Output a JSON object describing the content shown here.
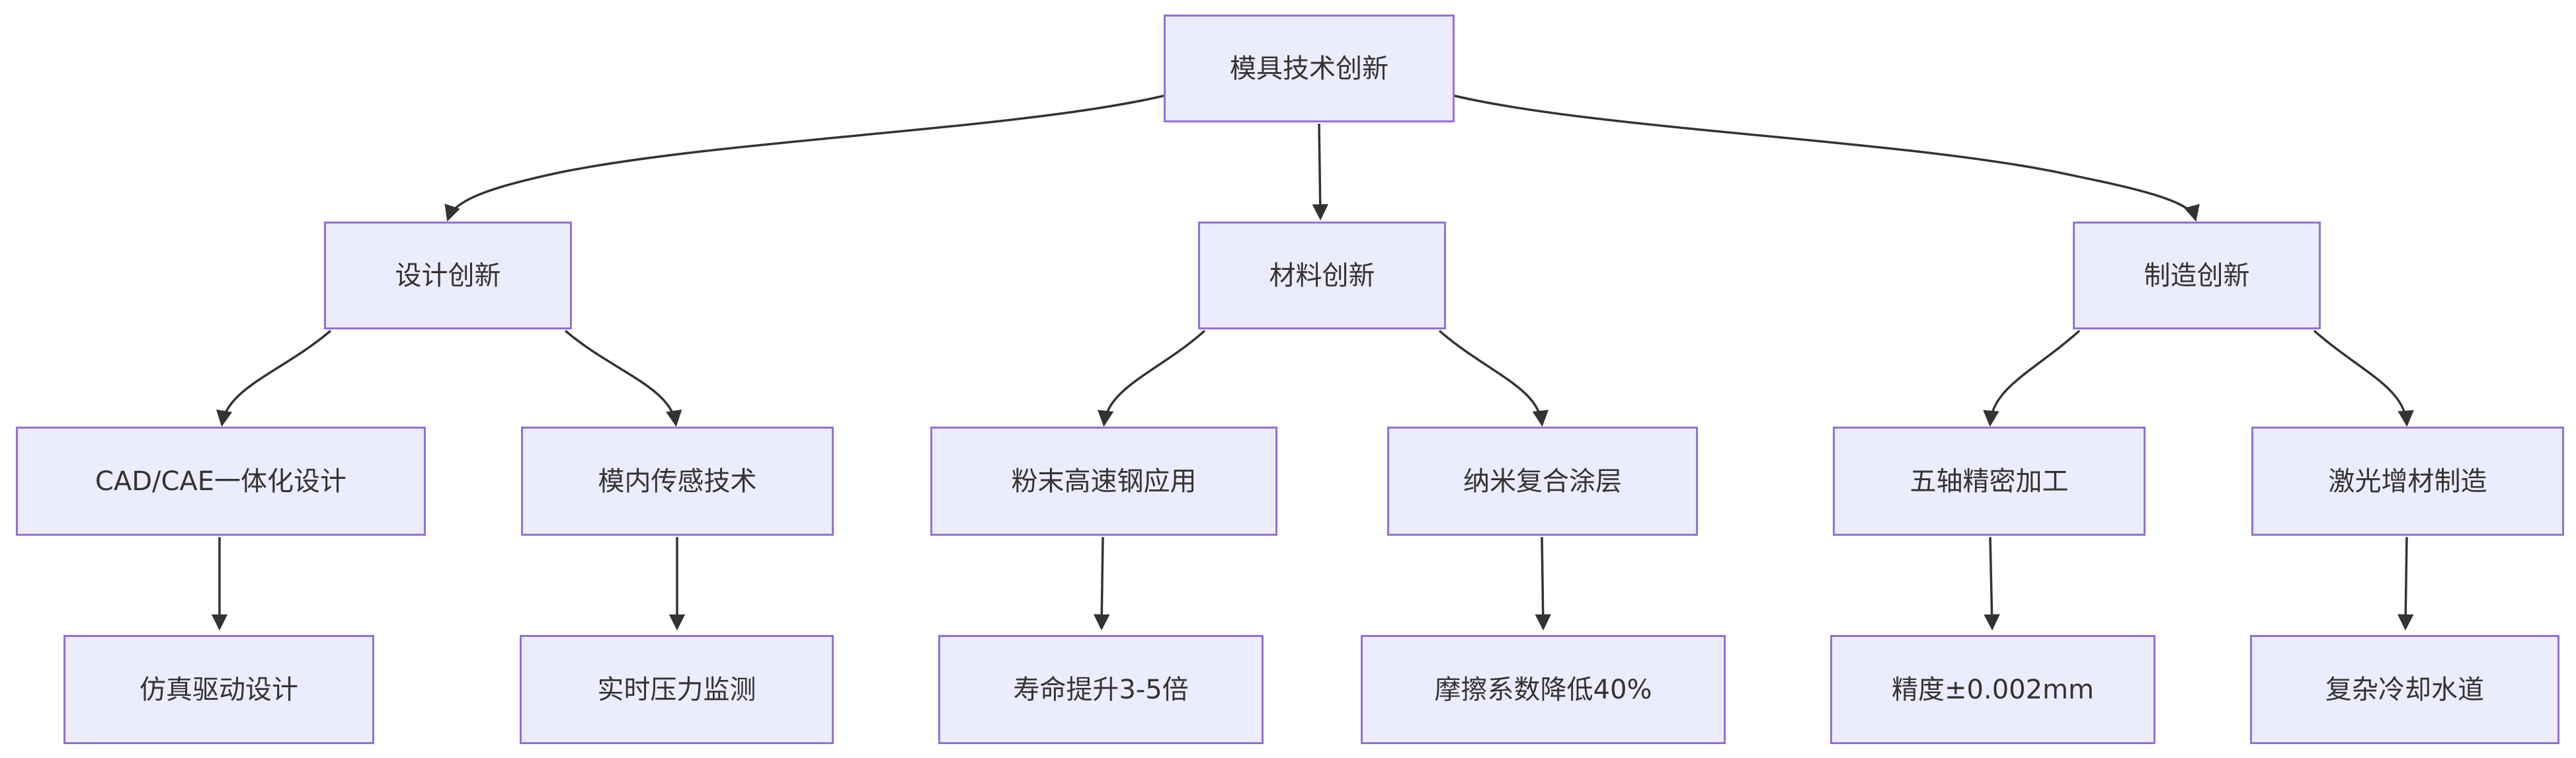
{
  "diagram": {
    "type": "flowchart",
    "direction": "top-down",
    "title": "模具技术创新",
    "colors": {
      "node_fill": "#ECECFF",
      "node_border": "#9370DB",
      "edge": "#333333",
      "text": "#333333",
      "background": "#FFFFFF"
    }
  },
  "nodes": {
    "root": {
      "label": "模具技术创新"
    },
    "design": {
      "label": "设计创新"
    },
    "material": {
      "label": "材料创新"
    },
    "manufacture": {
      "label": "制造创新"
    },
    "cadcae": {
      "label": "CAD/CAE一体化设计"
    },
    "sensor": {
      "label": "模内传感技术"
    },
    "powder": {
      "label": "粉末高速钢应用"
    },
    "nano": {
      "label": "纳米复合涂层"
    },
    "fiveaxis": {
      "label": "五轴精密加工"
    },
    "laser": {
      "label": "激光增材制造"
    },
    "sim": {
      "label": "仿真驱动设计"
    },
    "pressure": {
      "label": "实时压力监测"
    },
    "life": {
      "label": "寿命提升3-5倍"
    },
    "friction": {
      "label": "摩擦系数降低40%"
    },
    "precision": {
      "label": "精度±0.002mm"
    },
    "cooling": {
      "label": "复杂冷却水道"
    }
  },
  "edges": [
    {
      "from": "模具技术创新",
      "to": "设计创新"
    },
    {
      "from": "模具技术创新",
      "to": "材料创新"
    },
    {
      "from": "模具技术创新",
      "to": "制造创新"
    },
    {
      "from": "设计创新",
      "to": "CAD/CAE一体化设计"
    },
    {
      "from": "设计创新",
      "to": "模内传感技术"
    },
    {
      "from": "材料创新",
      "to": "粉末高速钢应用"
    },
    {
      "from": "材料创新",
      "to": "纳米复合涂层"
    },
    {
      "from": "制造创新",
      "to": "五轴精密加工"
    },
    {
      "from": "制造创新",
      "to": "激光增材制造"
    },
    {
      "from": "CAD/CAE一体化设计",
      "to": "仿真驱动设计"
    },
    {
      "from": "模内传感技术",
      "to": "实时压力监测"
    },
    {
      "from": "粉末高速钢应用",
      "to": "寿命提升3-5倍"
    },
    {
      "from": "纳米复合涂层",
      "to": "摩擦系数降低40%"
    },
    {
      "from": "五轴精密加工",
      "to": "精度±0.002mm"
    },
    {
      "from": "激光增材制造",
      "to": "复杂冷却水道"
    }
  ]
}
